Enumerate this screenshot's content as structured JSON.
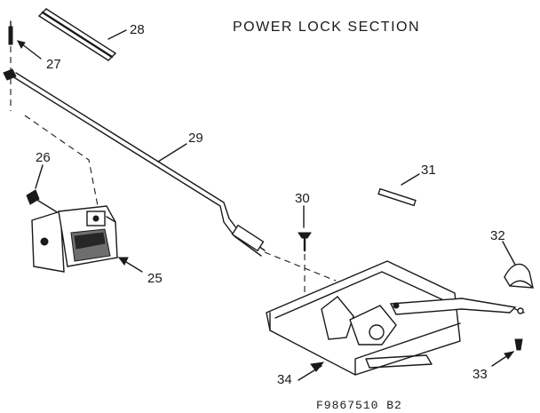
{
  "diagram": {
    "title": "POWER LOCK SECTION",
    "drawing_code": "F9867510  B2",
    "parts": [
      {
        "id": "p28",
        "label": "28"
      },
      {
        "id": "p27",
        "label": "27"
      },
      {
        "id": "p29",
        "label": "29"
      },
      {
        "id": "p26",
        "label": "26"
      },
      {
        "id": "p25",
        "label": "25"
      },
      {
        "id": "p30",
        "label": "30"
      },
      {
        "id": "p31",
        "label": "31"
      },
      {
        "id": "p32",
        "label": "32"
      },
      {
        "id": "p33",
        "label": "33"
      },
      {
        "id": "p34",
        "label": "34"
      }
    ]
  }
}
